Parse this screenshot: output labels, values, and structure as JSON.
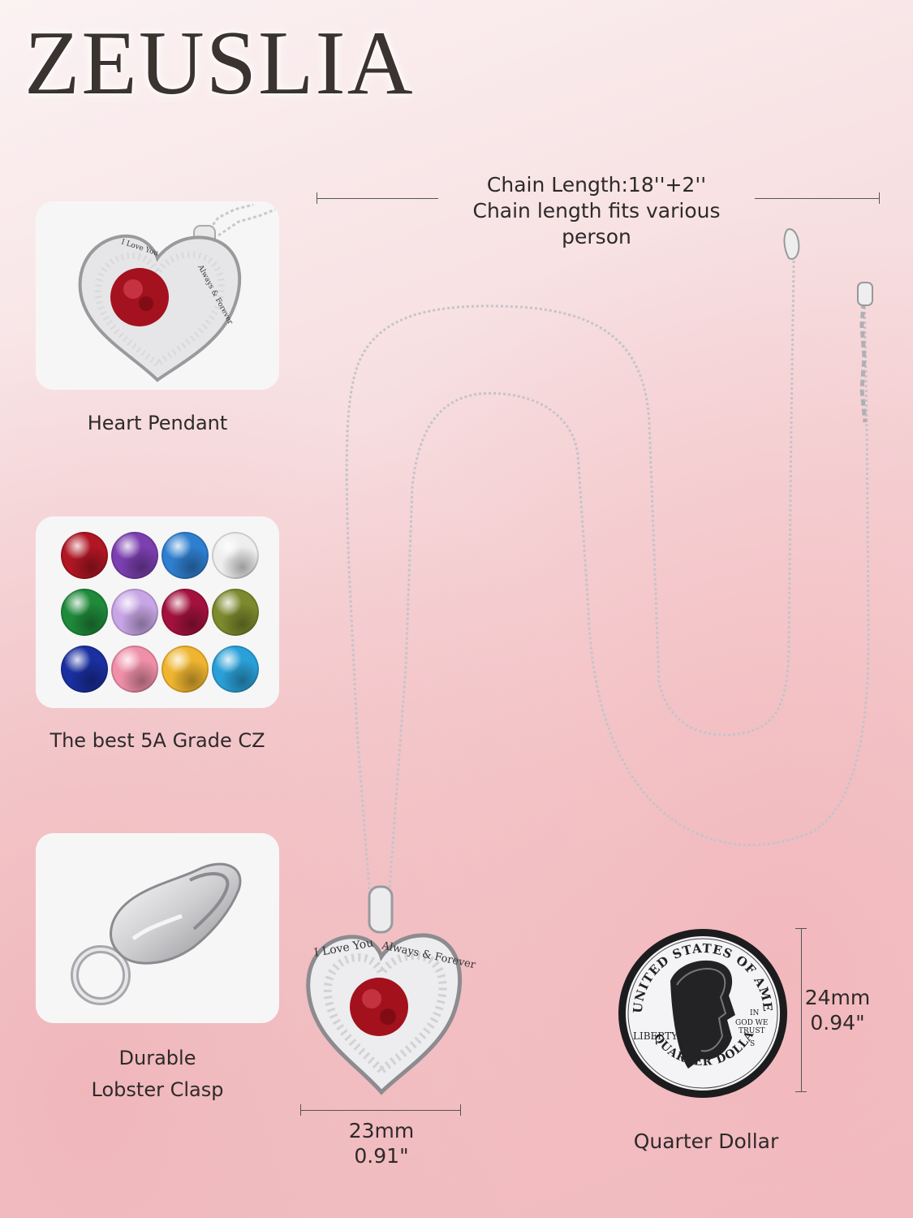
{
  "brand": {
    "name": "ZEUSLIA"
  },
  "chain_length": {
    "line1": "Chain Length:18''+2''",
    "line2": "Chain length fits various person"
  },
  "features": [
    {
      "label": "Heart Pendant"
    },
    {
      "label": "The best 5A Grade CZ"
    },
    {
      "label_line1": "Durable",
      "label_line2": "Lobster Clasp"
    }
  ],
  "gem_colors": [
    "#b01624",
    "#7b3fb0",
    "#2f7fd0",
    "#eeeeee",
    "#1f8a3a",
    "#c8a6e6",
    "#a3123e",
    "#7d8a2e",
    "#1a2fa0",
    "#ef8fa8",
    "#f0b530",
    "#2aa0d8"
  ],
  "pendant_engraving": {
    "left": "I Love You",
    "right": "Always & Forever"
  },
  "pendant_size": {
    "mm": "23mm",
    "inch": "0.91\""
  },
  "coin": {
    "top_text": "UNITED STATES OF AMERICA",
    "left_text": "LIBERTY",
    "right_text_1": "IN",
    "right_text_2": "GOD WE",
    "right_text_3": "TRUST",
    "bottom_text": "QUARTER DOLLAR",
    "mint": "S",
    "caption": "Quarter Dollar"
  },
  "coin_size": {
    "mm": "24mm",
    "inch": "0.94\""
  }
}
